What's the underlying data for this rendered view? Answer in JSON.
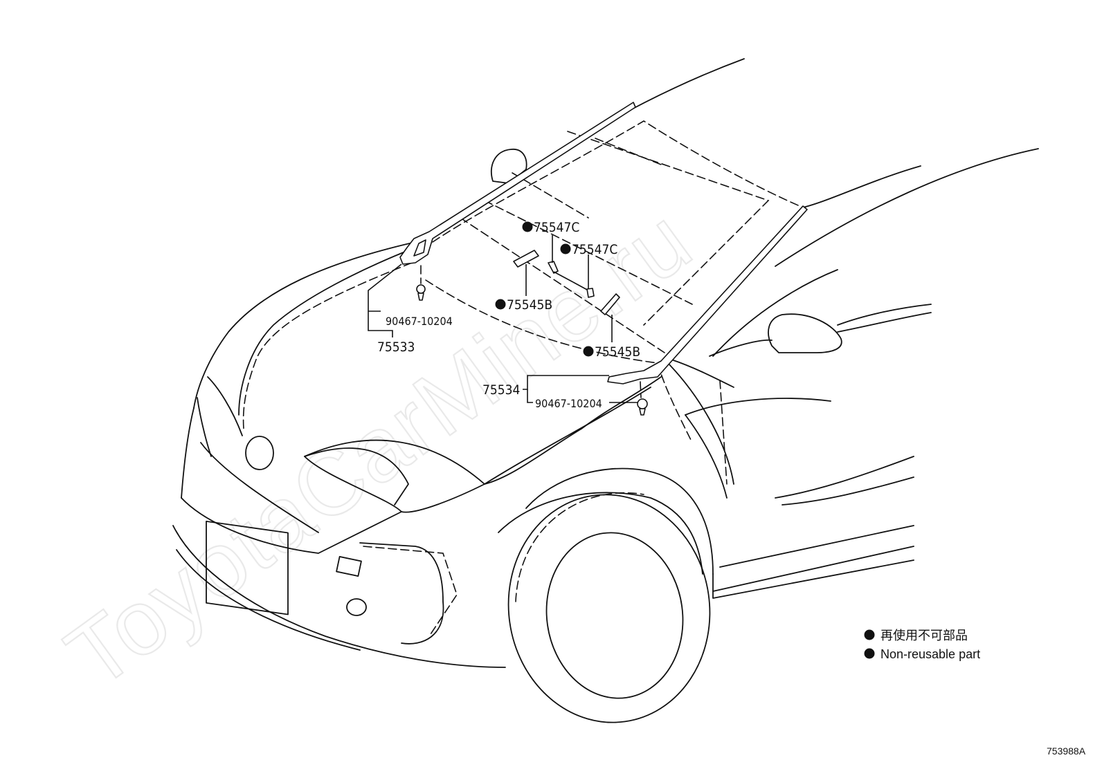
{
  "watermark": "ToyotaCarMine.ru",
  "figure_number": "753988A",
  "callouts": {
    "c75547c_upper": "75547C",
    "c75547c_lower": "75547C",
    "c75545b_upper": "75545B",
    "c75545b_lower": "75545B",
    "c75533": "75533",
    "c75534": "75534",
    "clip_left": "90467-10204",
    "clip_right": "90467-10204"
  },
  "legend": {
    "line_jp": "再使用不可部品",
    "line_en": "Non-reusable part"
  }
}
